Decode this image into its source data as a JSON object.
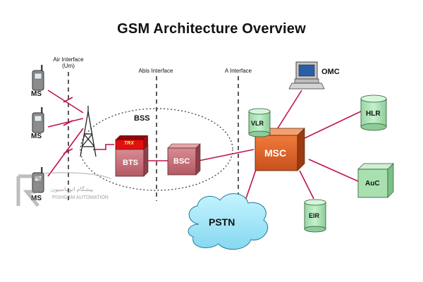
{
  "title": "GSM Architecture Overview",
  "interfaces": {
    "air": "Air Interface",
    "air_sub": "(Um)",
    "abis": "Abis Interface",
    "a": "A Interface"
  },
  "nodes": {
    "ms": [
      "MS",
      "MS",
      "MS"
    ],
    "bss": "BSS",
    "trx": "TRX",
    "bts": "BTS",
    "bsc": "BSC",
    "msc": "MSC",
    "vlr": "VLR",
    "hlr": "HLR",
    "auc": "AuC",
    "eir": "EIR",
    "omc": "OMC",
    "pstn": "PSTN"
  },
  "watermark": {
    "line1": "پیشگام اتوماسیون",
    "line2": "PISHGAM AUTOMATION"
  },
  "colors": {
    "link": "#c0124a",
    "msc": "#e0602a",
    "bts_bsc": "#c9707a",
    "trx": "#e01010",
    "db": "#a8e0b0",
    "cloud": "#a8e8f8"
  }
}
